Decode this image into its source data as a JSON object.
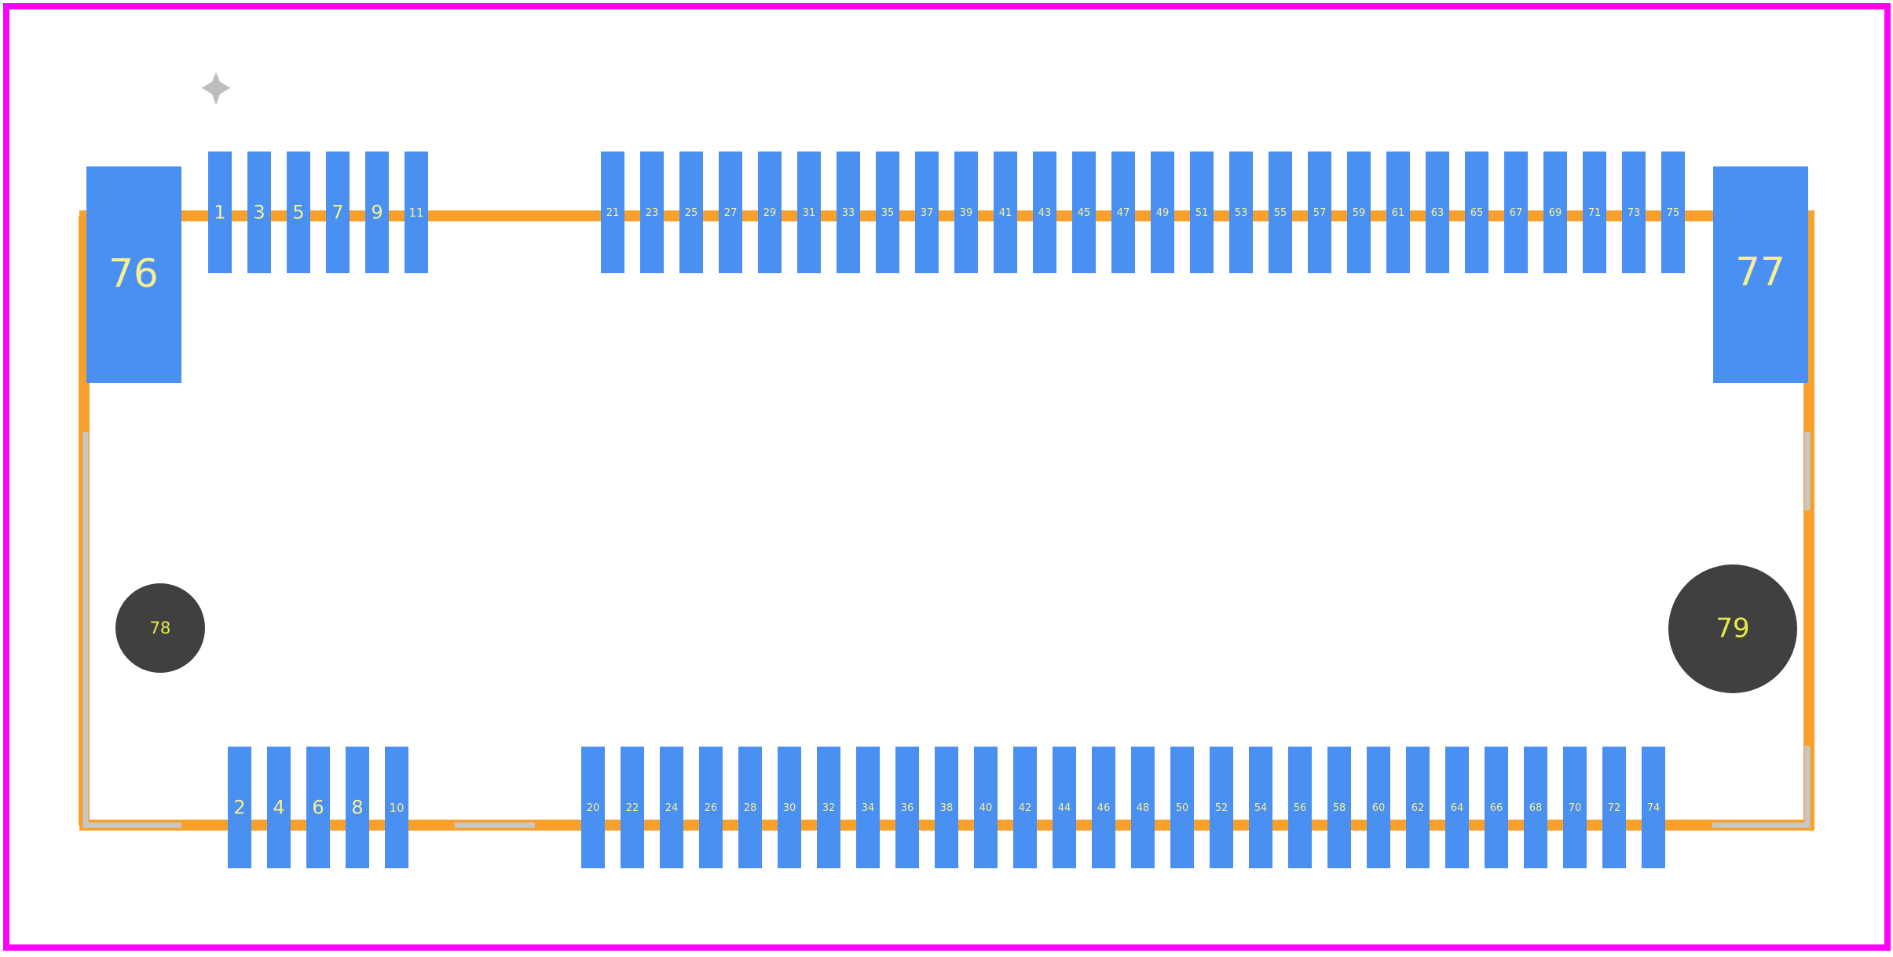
{
  "colors": {
    "background": "#ffffff",
    "courtyard": "#ff00ff",
    "silkscreen_outline": "#f7a12c",
    "fab_outline": "#c7c7c7",
    "smd_pad": "#4a8ff2",
    "mount_hole": "#404040",
    "pad_label": "#f5f090",
    "hole_label": "#e8e84a",
    "origin_marker": "#bdbdbd"
  },
  "footprint": {
    "top_row_pads": [
      "1",
      "3",
      "5",
      "7",
      "9",
      "11",
      "21",
      "23",
      "25",
      "27",
      "29",
      "31",
      "33",
      "35",
      "37",
      "39",
      "41",
      "43",
      "45",
      "47",
      "49",
      "51",
      "53",
      "55",
      "57",
      "59",
      "61",
      "63",
      "65",
      "67",
      "69",
      "71",
      "73",
      "75"
    ],
    "bottom_row_pads": [
      "2",
      "4",
      "6",
      "8",
      "10",
      "20",
      "22",
      "24",
      "26",
      "28",
      "30",
      "32",
      "34",
      "36",
      "38",
      "40",
      "42",
      "44",
      "46",
      "48",
      "50",
      "52",
      "54",
      "56",
      "58",
      "60",
      "62",
      "64",
      "66",
      "68",
      "70",
      "72",
      "74"
    ],
    "mount_pad_left": "76",
    "mount_pad_right": "77",
    "hole_left": "78",
    "hole_right": "79"
  }
}
